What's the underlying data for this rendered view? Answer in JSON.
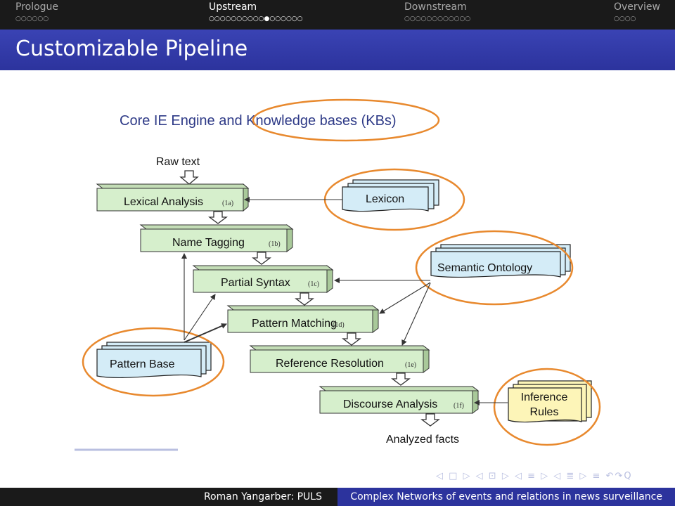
{
  "nav": {
    "sections": [
      {
        "label": "Prologue",
        "dots": "○○○○○○",
        "active": false
      },
      {
        "label": "Upstream",
        "dots": "○○○○○○○○○○●○○○○○○",
        "active": true
      },
      {
        "label": "Downstream",
        "dots": "○○○○○○○○○○○○",
        "active": false
      },
      {
        "label": "Overview",
        "dots": "○○○○",
        "active": false
      }
    ]
  },
  "slide": {
    "title": "Customizable Pipeline"
  },
  "diagram": {
    "heading": {
      "prefix": "Core IE Engine  and ",
      "highlight": "Knowledge bases (KBs)"
    },
    "input_label": "Raw text",
    "output_label": "Analyzed facts",
    "stages": [
      {
        "label": "Lexical Analysis",
        "code": "(1a)"
      },
      {
        "label": "Name Tagging",
        "code": "(1b)"
      },
      {
        "label": "Partial Syntax",
        "code": "(1c)"
      },
      {
        "label": "Pattern Matching",
        "code": "(1d)"
      },
      {
        "label": "Reference Resolution",
        "code": "(1e)"
      },
      {
        "label": "Discourse Analysis",
        "code": "(1f)"
      }
    ],
    "knowledge_bases": [
      {
        "label": "Lexicon"
      },
      {
        "label": "Semantic Ontology"
      },
      {
        "label": "Pattern Base"
      },
      {
        "label_line1": "Inference",
        "label_line2": "Rules"
      }
    ],
    "colors": {
      "stage_fill": "#d6efcc",
      "kb_fill": "#d4ecf7",
      "rules_fill": "#fdf5b8",
      "highlight_ellipse": "#e8892e",
      "heading_text": "#2e3a87"
    }
  },
  "nav_symbols": "◁ □ ▷ ◁ ⊡ ▷ ◁ ≡ ▷ ◁ ≣ ▷   ≡   ↶↷Q",
  "footer": {
    "left": "Roman Yangarber: PULS",
    "right": "Complex Networks of events and relations in news surveillance"
  }
}
